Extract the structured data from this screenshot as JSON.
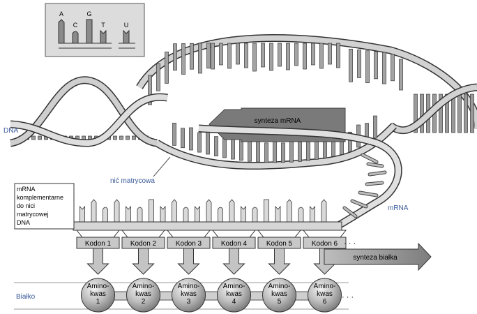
{
  "legend": {
    "bases": [
      {
        "letter": "A",
        "kind": "tall-pointed"
      },
      {
        "letter": "C",
        "kind": "short-round"
      },
      {
        "letter": "G",
        "kind": "tall-square"
      },
      {
        "letter": "T",
        "kind": "short-notch"
      },
      {
        "letter": "U",
        "kind": "short-notch"
      }
    ]
  },
  "labels": {
    "dna": "DNA",
    "template_strand": "nić matrycowa",
    "mrna_synthesis": "synteza mRNA",
    "mrna": "mRNA",
    "mrna_note": [
      "mRNA",
      "komplementarne",
      "do nici",
      "matrycowej",
      "DNA"
    ],
    "protein_synthesis": "synteza białka",
    "protein": "Białko",
    "ellipsis": "· · ·"
  },
  "codons": [
    "Kodon 1",
    "Kodon 2",
    "Kodon 3",
    "Kodon 4",
    "Kodon 5",
    "Kodon 6"
  ],
  "amino_acids": [
    {
      "l1": "Amino-",
      "l2": "kwas",
      "n": "1"
    },
    {
      "l1": "Amino-",
      "l2": "kwas",
      "n": "2"
    },
    {
      "l1": "Amino-",
      "l2": "kwas",
      "n": "3"
    },
    {
      "l1": "Amino-",
      "l2": "kwas",
      "n": "4"
    },
    {
      "l1": "Amino-",
      "l2": "kwas",
      "n": "5"
    },
    {
      "l1": "Amino-",
      "l2": "kwas",
      "n": "6"
    }
  ],
  "colors": {
    "strand": "#d2d2d2",
    "strand_edge": "#333333",
    "dark_arrow": "#7a7a7a",
    "label_blue": "#3a5a9a",
    "legend_bg": "#dcdcdc"
  }
}
